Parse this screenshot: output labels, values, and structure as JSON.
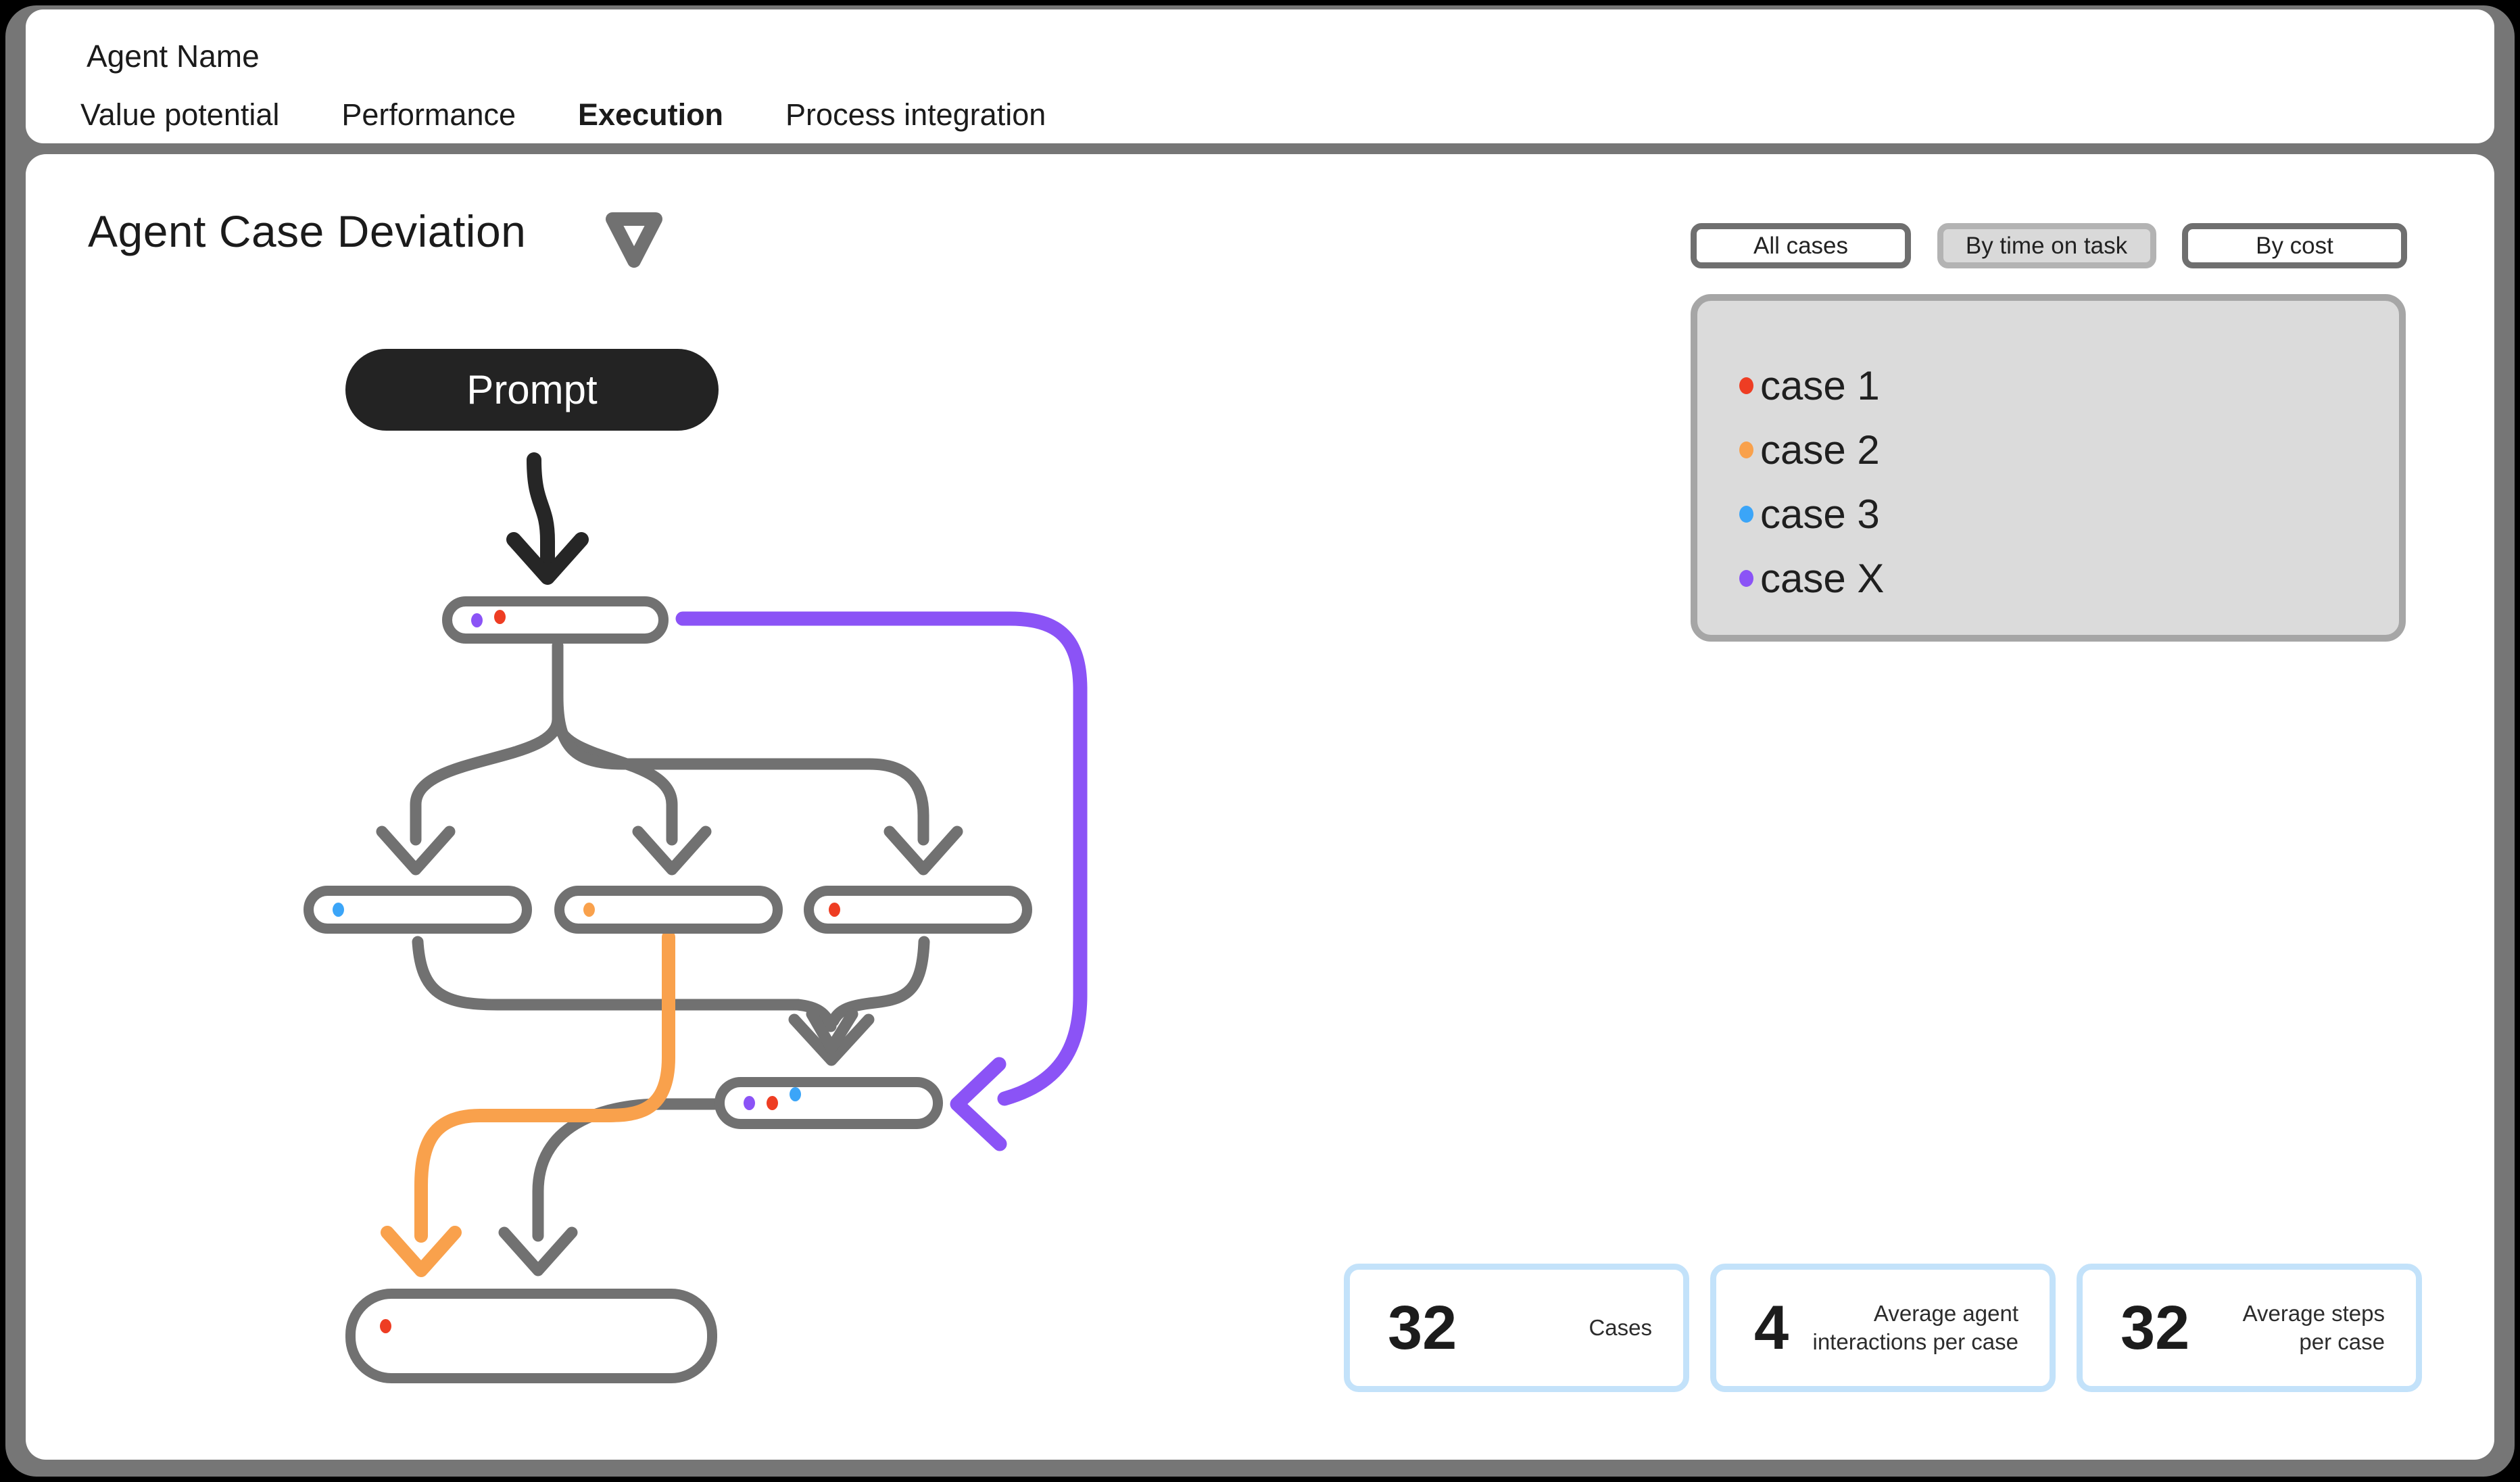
{
  "app": {
    "title": "Agent Name",
    "tabs": [
      {
        "label": "Value potential"
      },
      {
        "label": "Performance"
      },
      {
        "label": "Execution"
      },
      {
        "label": "Process integration"
      }
    ],
    "active_tab": "Execution"
  },
  "page": {
    "heading": "Agent Case Deviation",
    "filters": [
      {
        "label": "All cases",
        "selected": false
      },
      {
        "label": "By time on task",
        "selected": true
      },
      {
        "label": "By cost",
        "selected": false
      }
    ],
    "legend": [
      {
        "label": "case 1",
        "color": "#ee3d23"
      },
      {
        "label": "case 2",
        "color": "#f9a14c"
      },
      {
        "label": "case 3",
        "color": "#3ba5f8"
      },
      {
        "label": "case X",
        "color": "#8b53f6"
      }
    ],
    "stats": [
      {
        "value": "32",
        "label": "Cases"
      },
      {
        "value": "4",
        "label": "Average agent interactions per case"
      },
      {
        "value": "32",
        "label": "Average steps per case"
      }
    ],
    "diagram": {
      "prompt_label": "Prompt",
      "flow_colors": {
        "main": "#717171",
        "prompt": "#262626",
        "case1": "#ee3d23",
        "case2": "#f9a14c",
        "case3": "#3ba5f8",
        "caseX": "#8b53f6"
      },
      "nodes": [
        {
          "name": "step-1",
          "dots": [
            "#8b53f6",
            "#ee3d23"
          ]
        },
        {
          "name": "step-2a",
          "dots": [
            "#3ba5f8"
          ]
        },
        {
          "name": "step-2b",
          "dots": [
            "#f9a14c"
          ]
        },
        {
          "name": "step-2c",
          "dots": [
            "#ee3d23"
          ]
        },
        {
          "name": "step-3",
          "dots": [
            "#8b53f6",
            "#ee3d23",
            "#3ba5f8"
          ]
        },
        {
          "name": "step-4",
          "dots": [
            "#ee3d23"
          ]
        }
      ]
    }
  }
}
